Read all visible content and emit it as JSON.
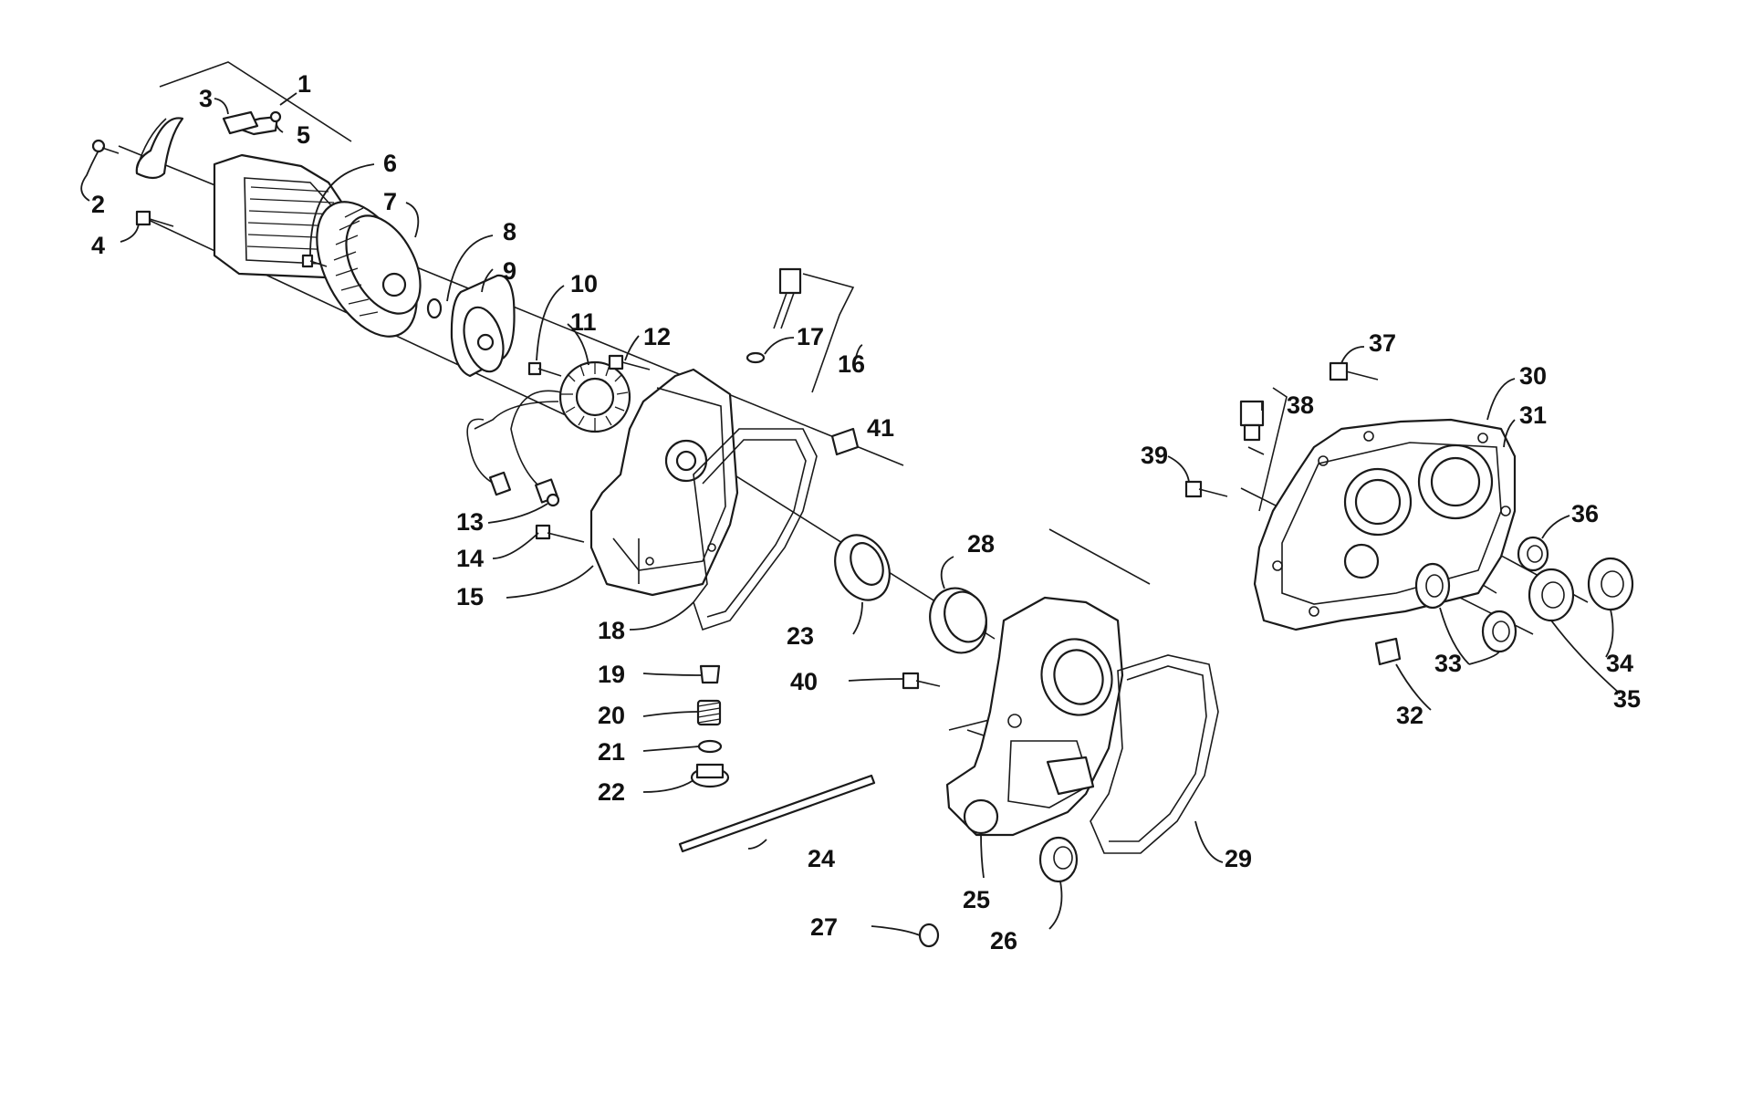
{
  "diagram": {
    "callouts": [
      "1",
      "2",
      "3",
      "4",
      "5",
      "6",
      "7",
      "8",
      "9",
      "10",
      "11",
      "12",
      "13",
      "14",
      "15",
      "16",
      "17",
      "18",
      "19",
      "20",
      "21",
      "22",
      "23",
      "24",
      "25",
      "26",
      "27",
      "28",
      "29",
      "30",
      "31",
      "32",
      "33",
      "34",
      "35",
      "36",
      "37",
      "38",
      "39",
      "40",
      "41"
    ]
  },
  "colors": {
    "line": "#1a1a1a",
    "label": "#111111",
    "background": "#ffffff"
  }
}
